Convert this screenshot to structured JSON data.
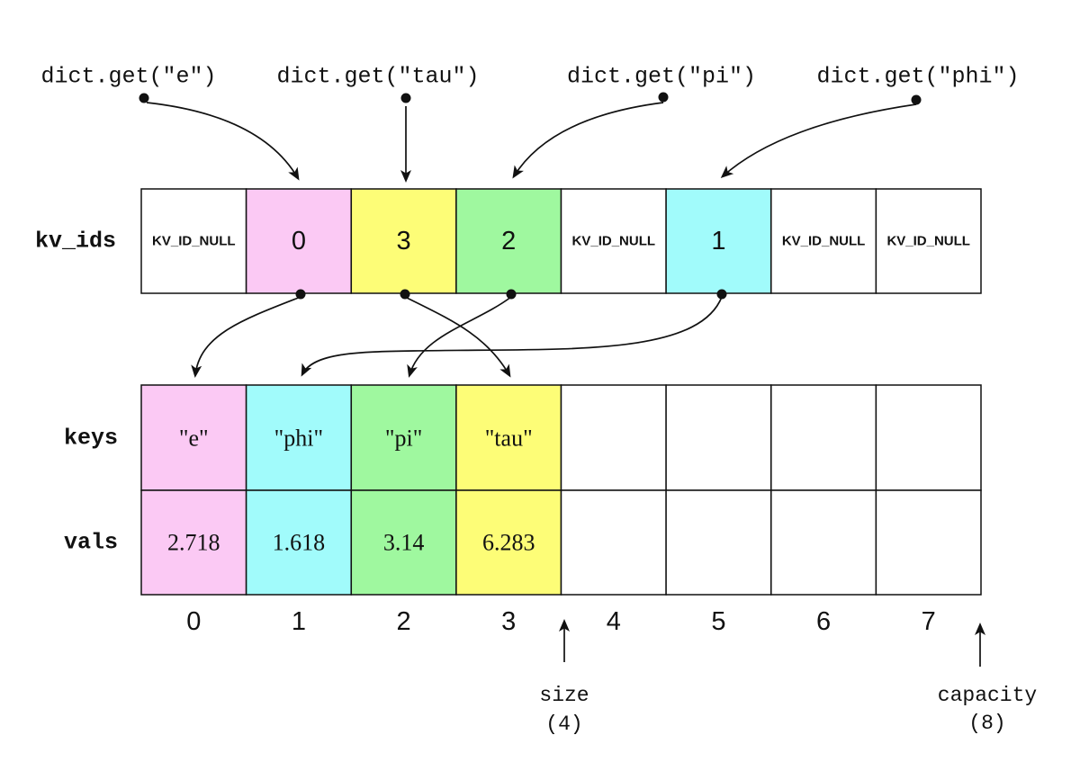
{
  "colors": {
    "pink": "#fbc9f4",
    "cyan": "#a1fbfb",
    "green": "#9ff89f",
    "yellow": "#fdfd77",
    "white": "#ffffff"
  },
  "calls": {
    "items": [
      {
        "id": "e",
        "label": "dict.get(\"e\")"
      },
      {
        "id": "tau",
        "label": "dict.get(\"tau\")"
      },
      {
        "id": "pi",
        "label": "dict.get(\"pi\")"
      },
      {
        "id": "phi",
        "label": "dict.get(\"phi\")"
      }
    ]
  },
  "rows": {
    "kv_ids": {
      "label": "kv_ids",
      "cells": [
        {
          "text": "KV_ID_NULL",
          "fill": "#ffffff"
        },
        {
          "text": "0",
          "fill": "#fbc9f4"
        },
        {
          "text": "3",
          "fill": "#fdfd77"
        },
        {
          "text": "2",
          "fill": "#9ff89f"
        },
        {
          "text": "KV_ID_NULL",
          "fill": "#ffffff"
        },
        {
          "text": "1",
          "fill": "#a1fbfb"
        },
        {
          "text": "KV_ID_NULL",
          "fill": "#ffffff"
        },
        {
          "text": "KV_ID_NULL",
          "fill": "#ffffff"
        }
      ]
    },
    "keys": {
      "label": "keys",
      "cells": [
        {
          "text": "\"e\"",
          "fill": "#fbc9f4"
        },
        {
          "text": "\"phi\"",
          "fill": "#a1fbfb"
        },
        {
          "text": "\"pi\"",
          "fill": "#9ff89f"
        },
        {
          "text": "\"tau\"",
          "fill": "#fdfd77"
        },
        {
          "text": "",
          "fill": "#ffffff"
        },
        {
          "text": "",
          "fill": "#ffffff"
        },
        {
          "text": "",
          "fill": "#ffffff"
        },
        {
          "text": "",
          "fill": "#ffffff"
        }
      ]
    },
    "vals": {
      "label": "vals",
      "cells": [
        {
          "text": "2.718",
          "fill": "#fbc9f4"
        },
        {
          "text": "1.618",
          "fill": "#a1fbfb"
        },
        {
          "text": "3.14",
          "fill": "#9ff89f"
        },
        {
          "text": "6.283",
          "fill": "#fdfd77"
        },
        {
          "text": "",
          "fill": "#ffffff"
        },
        {
          "text": "",
          "fill": "#ffffff"
        },
        {
          "text": "",
          "fill": "#ffffff"
        },
        {
          "text": "",
          "fill": "#ffffff"
        }
      ]
    }
  },
  "indices": [
    "0",
    "1",
    "2",
    "3",
    "4",
    "5",
    "6",
    "7"
  ],
  "markers": {
    "size": {
      "label": "size",
      "value": "(4)"
    },
    "capacity": {
      "label": "capacity",
      "value": "(8)"
    }
  }
}
